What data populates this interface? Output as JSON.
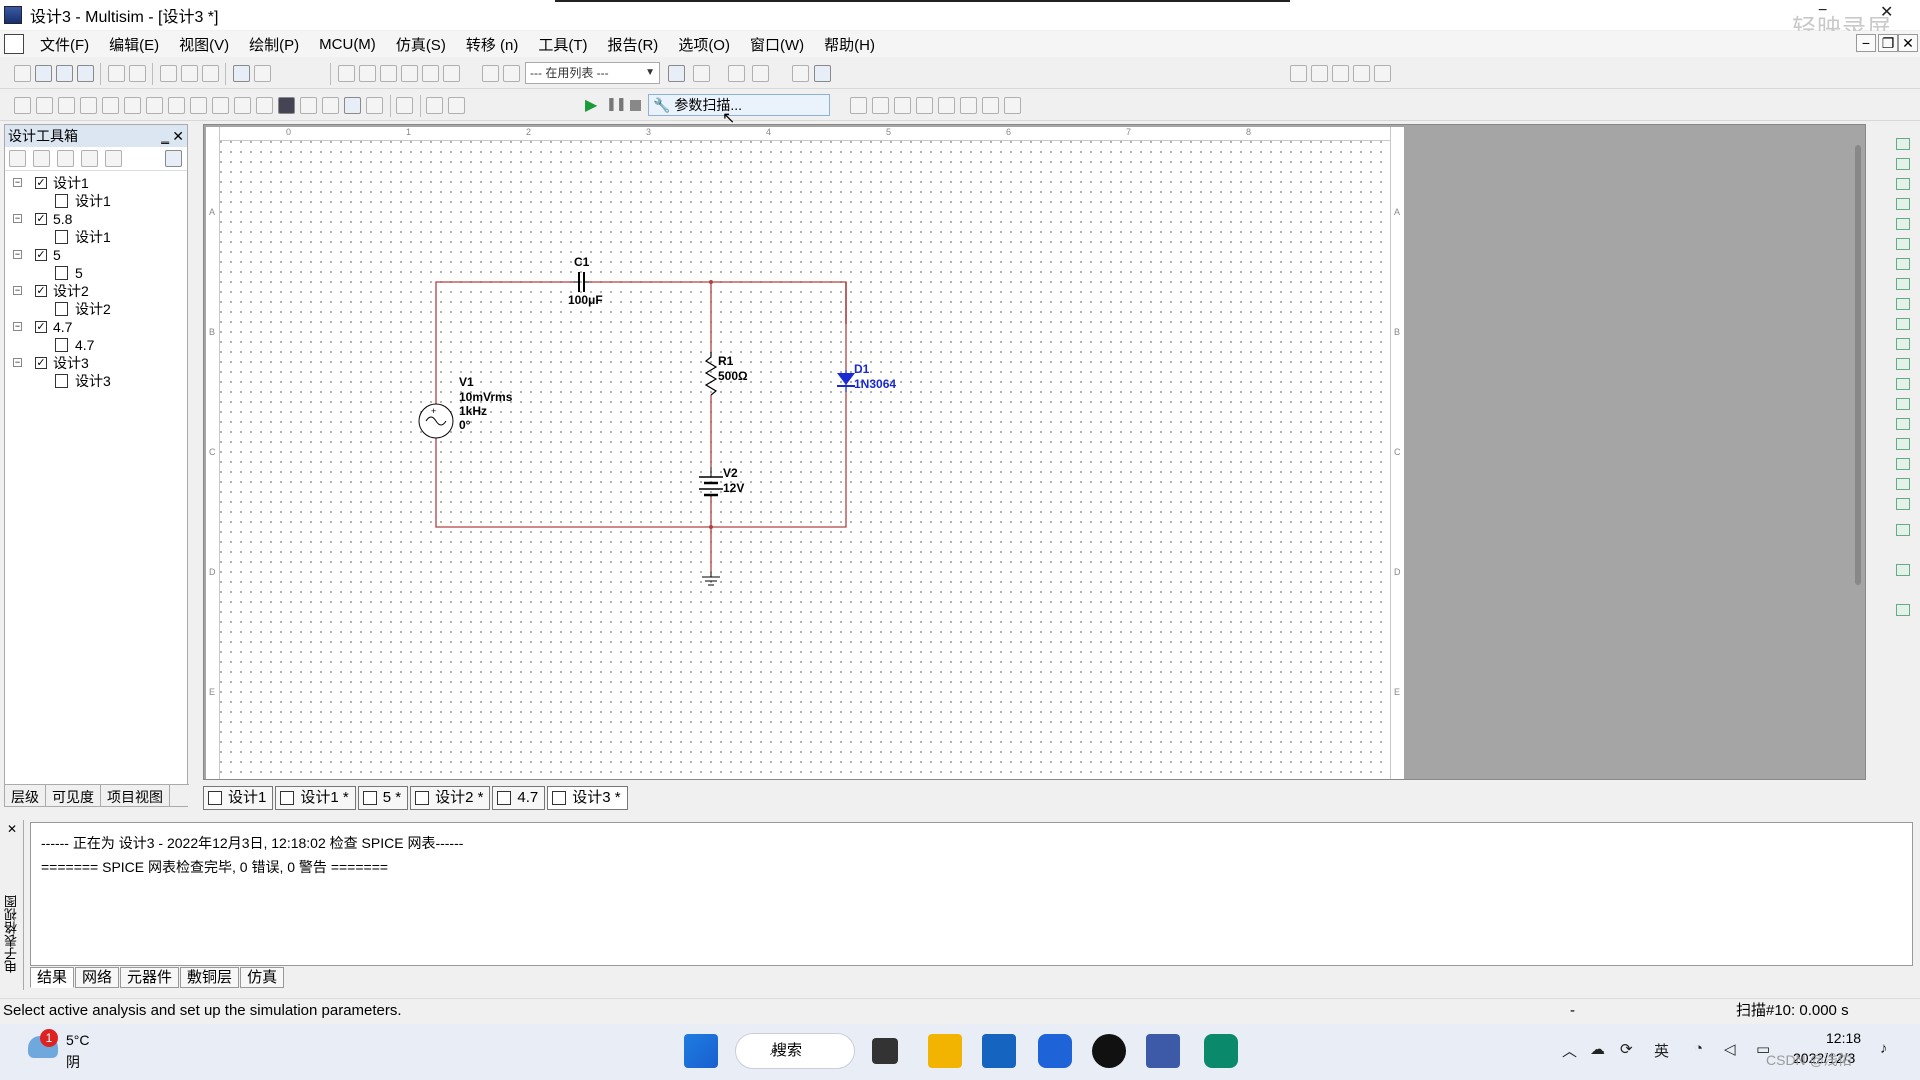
{
  "window": {
    "title": "设计3 - Multisim - [设计3 *]",
    "recorder_watermark": "轻映录屏",
    "minimize": "−",
    "maximize": "❐",
    "close": "✕"
  },
  "menu": [
    {
      "label": "文件(F)"
    },
    {
      "label": "编辑(E)"
    },
    {
      "label": "视图(V)"
    },
    {
      "label": "绘制(P)"
    },
    {
      "label": "MCU(M)"
    },
    {
      "label": "仿真(S)"
    },
    {
      "label": "转移 (n)"
    },
    {
      "label": "工具(T)"
    },
    {
      "label": "报告(R)"
    },
    {
      "label": "选项(O)"
    },
    {
      "label": "窗口(W)"
    },
    {
      "label": "帮助(H)"
    }
  ],
  "toolbar": {
    "in_use_list": "--- 在用列表 ---",
    "param_sweep": "参数扫描..."
  },
  "toolbox": {
    "title": "设计工具箱",
    "pin": "‗",
    "close": "✕",
    "tree": [
      {
        "label": "设计1",
        "child": "设计1"
      },
      {
        "label": "5.8",
        "child": "设计1"
      },
      {
        "label": "5",
        "child": "5"
      },
      {
        "label": "设计2",
        "child": "设计2"
      },
      {
        "label": "4.7",
        "child": "4.7"
      },
      {
        "label": "设计3",
        "child": "设计3"
      }
    ],
    "tabs": [
      "层级",
      "可见度",
      "项目视图"
    ]
  },
  "schematic": {
    "ruler_top": [
      "0",
      "1",
      "2",
      "3",
      "4",
      "5",
      "6",
      "7",
      "8"
    ],
    "ruler_left": [
      "A",
      "B",
      "C",
      "D",
      "E"
    ],
    "c1": {
      "name": "C1",
      "value": "100μF"
    },
    "v1": {
      "name": "V1",
      "amp": "10mVrms",
      "freq": "1kHz",
      "phase": "0°"
    },
    "r1": {
      "name": "R1",
      "value": "500Ω"
    },
    "v2": {
      "name": "V2",
      "value": "12V"
    },
    "d1": {
      "name": "D1",
      "model": "1N3064"
    },
    "wire_color": "#b04040",
    "diode_color": "#1a2ad0"
  },
  "doc_tabs": [
    "设计1",
    "设计1 *",
    "5 *",
    "设计2 *",
    "4.7",
    "设计3 *"
  ],
  "output": {
    "side_label": "电子表格视图",
    "lines": [
      "------ 正在为 设计3 - 2022年12月3日, 12:18:02 检查 SPICE 网表------",
      "======= SPICE 网表检查完毕, 0 错误, 0 警告 ======="
    ],
    "tabs": [
      "结果",
      "网络",
      "元器件",
      "敷铜层",
      "仿真"
    ]
  },
  "status": {
    "text": "Select active analysis and set up the simulation parameters.",
    "dash": "-",
    "scan": "扫描#10: 0.000 s"
  },
  "taskbar": {
    "weather_badge": "1",
    "temperature": "5°C",
    "condition": "阴",
    "search": "搜索",
    "ime": "英",
    "time": "12:18",
    "date": "2022/12/3",
    "csdn_watermark": "CSDN @浅佑"
  }
}
